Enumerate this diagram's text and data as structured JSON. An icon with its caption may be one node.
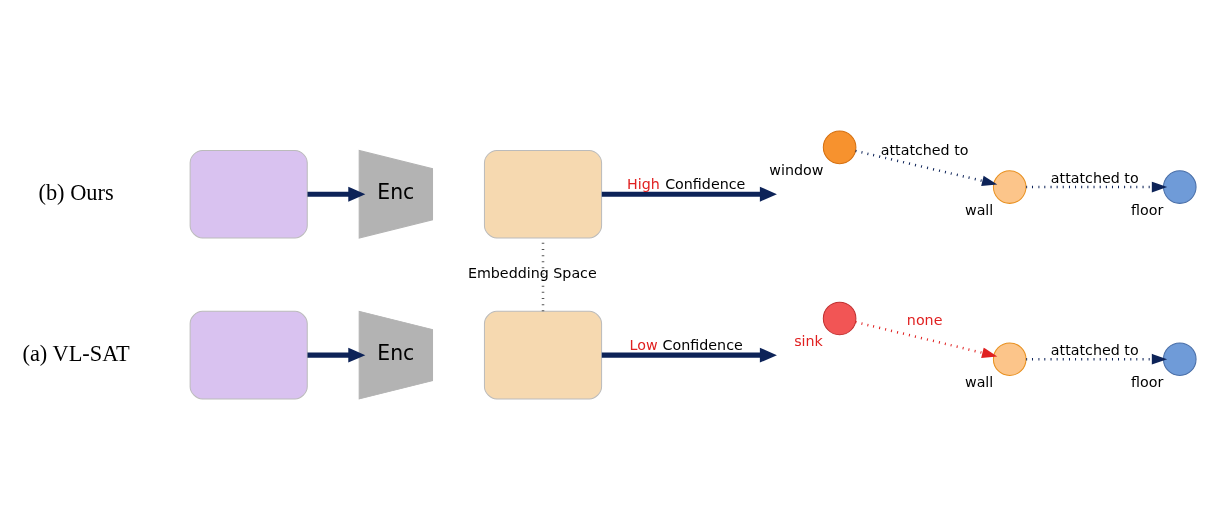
{
  "diagram": {
    "nodes": [
      {
        "text": [],
        "shape": "box"
      },
      {
        "text": [
          "Enc"
        ]
      },
      {
        "text": [],
        "shape": "box"
      },
      {
        "text": [],
        "shape": "circle",
        "beside": [
          "sink"
        ]
      },
      {
        "text": [],
        "shape": "circle",
        "beside": [
          "wall"
        ]
      },
      {
        "text": [],
        "shape": "circle",
        "beside": [
          "floor"
        ]
      },
      {
        "text": [],
        "shape": "box"
      },
      {
        "text": [
          "Enc"
        ]
      },
      {
        "text": [],
        "shape": "box"
      },
      {
        "text": [],
        "shape": "circle",
        "beside": [
          "window"
        ]
      },
      {
        "text": [],
        "shape": "circle",
        "beside": [
          "wall"
        ]
      },
      {
        "text": [],
        "shape": "circle",
        "beside": [
          "floor"
        ]
      }
    ],
    "edges": [
      {
        "from": 0,
        "to": 1,
        "arrow": "to",
        "style": "thick"
      },
      {
        "from": 2,
        "to": null,
        "arrow": "to",
        "label": "Low Confidence",
        "style": "thick"
      },
      {
        "from": 3,
        "to": 4,
        "arrow": "to",
        "label": "none",
        "style": "dashed",
        "color": "#e02020"
      },
      {
        "from": 4,
        "to": 5,
        "arrow": "to",
        "label": "attatched to",
        "style": "dashed"
      },
      {
        "from": 2,
        "to": 8,
        "arrow": "none",
        "label": "Embedding Space",
        "style": "dashed",
        "color": "#555555"
      },
      {
        "from": 6,
        "to": 7,
        "arrow": "to",
        "style": "thick"
      },
      {
        "from": 8,
        "to": null,
        "arrow": "to",
        "label": "High Confidence",
        "style": "thick"
      },
      {
        "from": 9,
        "to": 10,
        "arrow": "to",
        "label": "attatched to",
        "style": "dashed"
      },
      {
        "from": 10,
        "to": 11,
        "arrow": "to",
        "label": "attatched to",
        "style": "dashed"
      }
    ],
    "labels": [
      "(a) VL-SAT",
      "(b) Ours"
    ]
  }
}
